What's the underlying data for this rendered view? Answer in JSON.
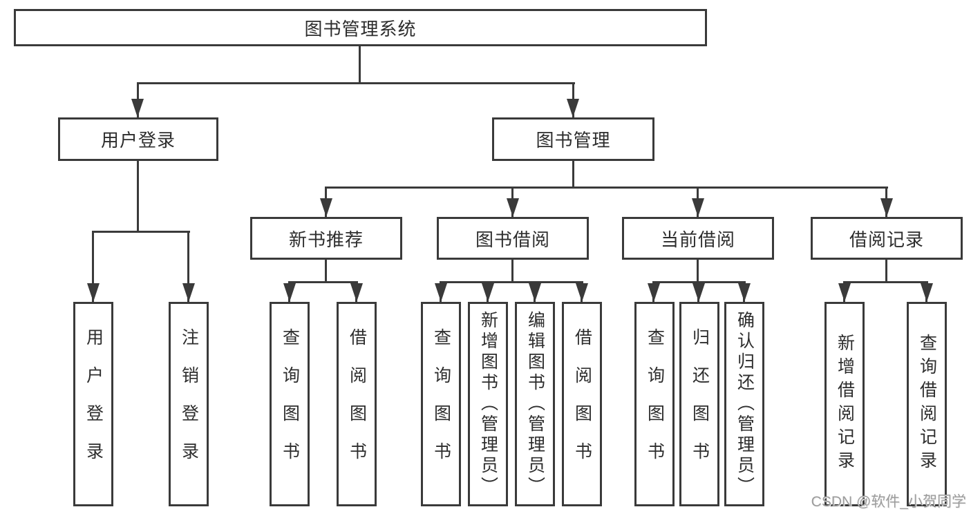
{
  "tree": {
    "root": {
      "label": "图书管理系统"
    },
    "level1": [
      {
        "id": "user-login",
        "label": "用户登录"
      },
      {
        "id": "book-management",
        "label": "图书管理"
      }
    ],
    "level2": [
      {
        "id": "new-book-recommend",
        "label": "新书推荐"
      },
      {
        "id": "book-borrow",
        "label": "图书借阅"
      },
      {
        "id": "current-borrow",
        "label": "当前借阅"
      },
      {
        "id": "borrow-records",
        "label": "借阅记录"
      }
    ],
    "leaves": [
      {
        "group": "user-login",
        "label": "用户登录"
      },
      {
        "group": "user-login",
        "label": "注销登录"
      },
      {
        "group": "new-book-recommend",
        "label": "查询图书"
      },
      {
        "group": "new-book-recommend",
        "label": "借阅图书"
      },
      {
        "group": "book-borrow",
        "label": "查询图书"
      },
      {
        "group": "book-borrow",
        "label": "新增图书（管理员）"
      },
      {
        "group": "book-borrow",
        "label": "编辑图书（管理员）"
      },
      {
        "group": "book-borrow",
        "label": "借阅图书"
      },
      {
        "group": "current-borrow",
        "label": "查询图书"
      },
      {
        "group": "current-borrow",
        "label": "归还图书"
      },
      {
        "group": "current-borrow",
        "label": "确认归还（管理员）"
      },
      {
        "group": "borrow-records",
        "label": "新增借阅记录"
      },
      {
        "group": "borrow-records",
        "label": "查询借阅记录"
      }
    ]
  },
  "watermark": {
    "text": "CSDN @软件_小贺同学"
  },
  "colors": {
    "line": "#3a3a3a",
    "text": "#2d2d2d",
    "watermark": "#9c9c9c",
    "background": "#ffffff"
  }
}
